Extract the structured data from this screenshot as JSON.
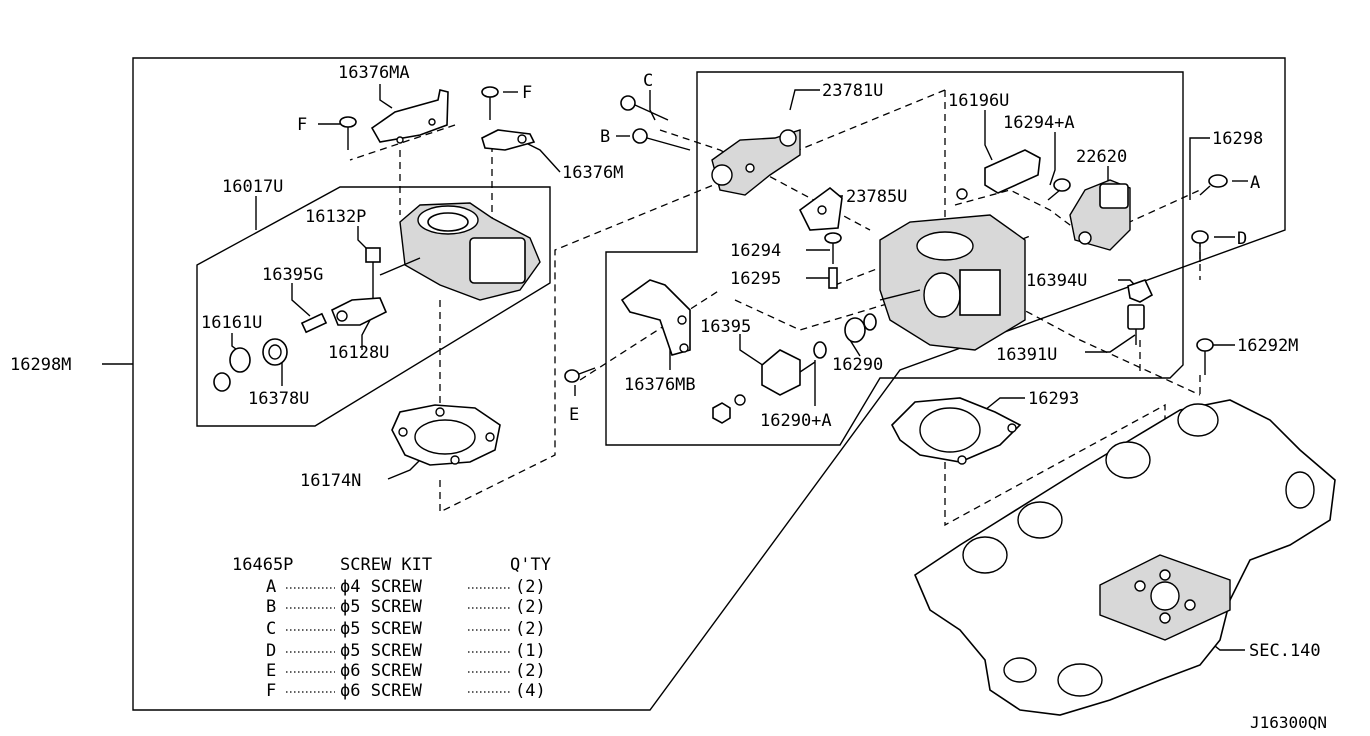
{
  "diagram_id": "J16300QN",
  "labels": {
    "l16376MA": "16376MA",
    "lF1": "F",
    "lF2": "F",
    "l16376M": "16376M",
    "l16017U": "16017U",
    "l16132P": "16132P",
    "l16395G": "16395G",
    "l16161U": "16161U",
    "l16128U": "16128U",
    "l16378U": "16378U",
    "l16298M": "16298M",
    "l16174N": "16174N",
    "lC": "C",
    "lB": "B",
    "l23781U": "23781U",
    "l16196U": "16196U",
    "l16294A": "16294+A",
    "l16298": "16298",
    "l22620": "22620",
    "l23785U": "23785U",
    "lA": "A",
    "lD": "D",
    "l16294": "16294",
    "l16295": "16295",
    "l16394U": "16394U",
    "l16395": "16395",
    "l16290": "16290",
    "l16376MB": "16376MB",
    "l16391U": "16391U",
    "l16292M": "16292M",
    "lE": "E",
    "l16290A": "16290+A",
    "l16293": "16293",
    "lSEC140": "SEC.140"
  },
  "screw_kit": {
    "part_no": "16465P",
    "title": "SCREW KIT",
    "qty_header": "Q'TY",
    "rows": [
      {
        "key": "A",
        "desc": "ϕ4 SCREW",
        "qty": "(2)"
      },
      {
        "key": "B",
        "desc": "ϕ5 SCREW",
        "qty": "(2)"
      },
      {
        "key": "C",
        "desc": "ϕ5 SCREW",
        "qty": "(2)"
      },
      {
        "key": "D",
        "desc": "ϕ5 SCREW",
        "qty": "(1)"
      },
      {
        "key": "E",
        "desc": "ϕ6 SCREW",
        "qty": "(2)"
      },
      {
        "key": "F",
        "desc": "ϕ6 SCREW",
        "qty": "(4)"
      }
    ]
  }
}
